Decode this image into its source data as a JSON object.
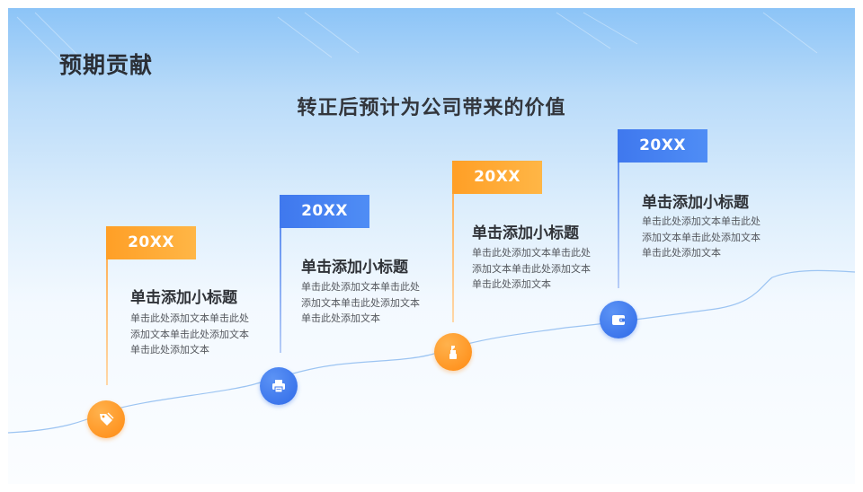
{
  "page_title": "预期贡献",
  "subtitle": "转正后预计为公司带来的价值",
  "steps": [
    {
      "year": "20XX",
      "title": "单击添加小标题",
      "body": "单击此处添加文本单击此处添加文本单击此处添加文本单击此处添加文本",
      "color": "orange",
      "icon": "tag-icon"
    },
    {
      "year": "20XX",
      "title": "单击添加小标题",
      "body": "单击此处添加文本单击此处添加文本单击此处添加文本单击此处添加文本",
      "color": "blue",
      "icon": "printer-icon"
    },
    {
      "year": "20XX",
      "title": "单击添加小标题",
      "body": "单击此处添加文本单击此处添加文本单击此处添加文本单击此处添加文本",
      "color": "orange",
      "icon": "lipstick-icon"
    },
    {
      "year": "20XX",
      "title": "单击添加小标题",
      "body": "单击此处添加文本单击此处添加文本单击此处添加文本单击此处添加文本",
      "color": "blue",
      "icon": "wallet-icon"
    }
  ],
  "colors": {
    "orange": "#ff9a1f",
    "blue": "#3f78ee"
  }
}
